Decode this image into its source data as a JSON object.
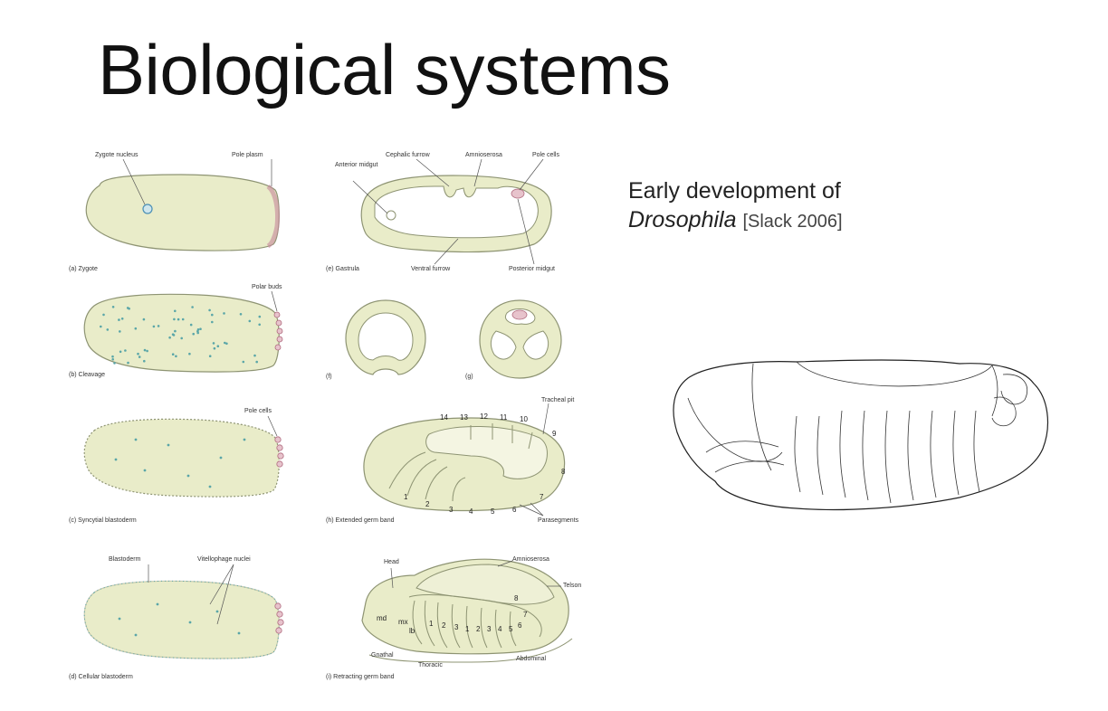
{
  "slide": {
    "title": "Biological systems",
    "caption_line1": "Early development of",
    "caption_italic": "Drosophila",
    "caption_ref": "[Slack 2006]"
  },
  "figure": {
    "panels": {
      "a": {
        "caption": "(a) Zygote",
        "labels": [
          "Zygote nucleus",
          "Pole plasm"
        ]
      },
      "b": {
        "caption": "(b) Cleavage",
        "labels": [
          "Polar buds"
        ]
      },
      "c": {
        "caption": "(c) Syncytial blastoderm",
        "labels": [
          "Pole cells"
        ]
      },
      "d": {
        "caption": "(d) Cellular blastoderm",
        "labels": [
          "Blastoderm",
          "Vitellophage nuclei"
        ]
      },
      "e": {
        "caption": "(e) Gastrula",
        "labels": [
          "Anterior midgut",
          "Cephalic furrow",
          "Amnioserosa",
          "Pole cells",
          "Ventral furrow",
          "Posterior midgut"
        ]
      },
      "f": {
        "caption": "(f)"
      },
      "g": {
        "caption": "(g)"
      },
      "h": {
        "caption": "(h) Extended germ band",
        "labels": [
          "Tracheal pit",
          "Parasegments"
        ],
        "numbers_top": [
          "14",
          "13",
          "12",
          "11",
          "10"
        ],
        "numbers_right": [
          "9",
          "8",
          "7"
        ],
        "numbers_bottom": [
          "1",
          "2",
          "3",
          "4",
          "5",
          "6"
        ]
      },
      "i": {
        "caption": "(i) Retracting germ band",
        "labels": [
          "Head",
          "Amnioserosa",
          "Telson",
          "Gnathal",
          "Thoracic",
          "Abdominal"
        ],
        "numbers": [
          "md",
          "mx",
          "lb",
          "1",
          "2",
          "3",
          "1",
          "2",
          "3",
          "4",
          "5",
          "6",
          "7",
          "8"
        ]
      }
    }
  },
  "colors": {
    "embryo_fill": "#e9ecc9",
    "embryo_stroke": "#8e9473",
    "nuclei": "#5aa6a8",
    "pole": "#c98a9a"
  }
}
